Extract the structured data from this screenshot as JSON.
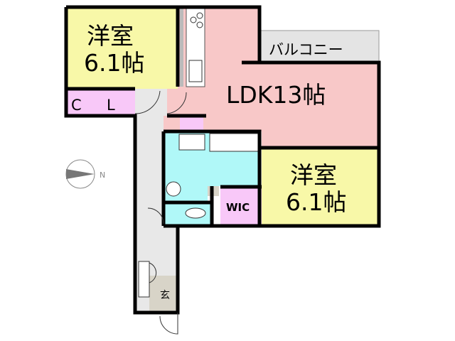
{
  "rooms": {
    "western_room_1": {
      "name": "洋室",
      "size": "6.1帖"
    },
    "closet": {
      "c": "C",
      "l": "L"
    },
    "ldk": {
      "label": "LDK13帖"
    },
    "balcony": {
      "label": "バルコニー"
    },
    "western_room_2": {
      "name": "洋室",
      "size": "6.1帖"
    },
    "wic": {
      "label": "WIC"
    },
    "entrance": {
      "label": "玄"
    }
  },
  "compass": {
    "label": "N"
  },
  "colors": {
    "western": "#f8f8a8",
    "closet": "#f8c8f8",
    "ldk": "#f8c8c8",
    "bath": "#b0f8f8",
    "hall": "#e8e8e8",
    "balcony": "#e4e4e4",
    "entrance": "#d8d4c8"
  }
}
